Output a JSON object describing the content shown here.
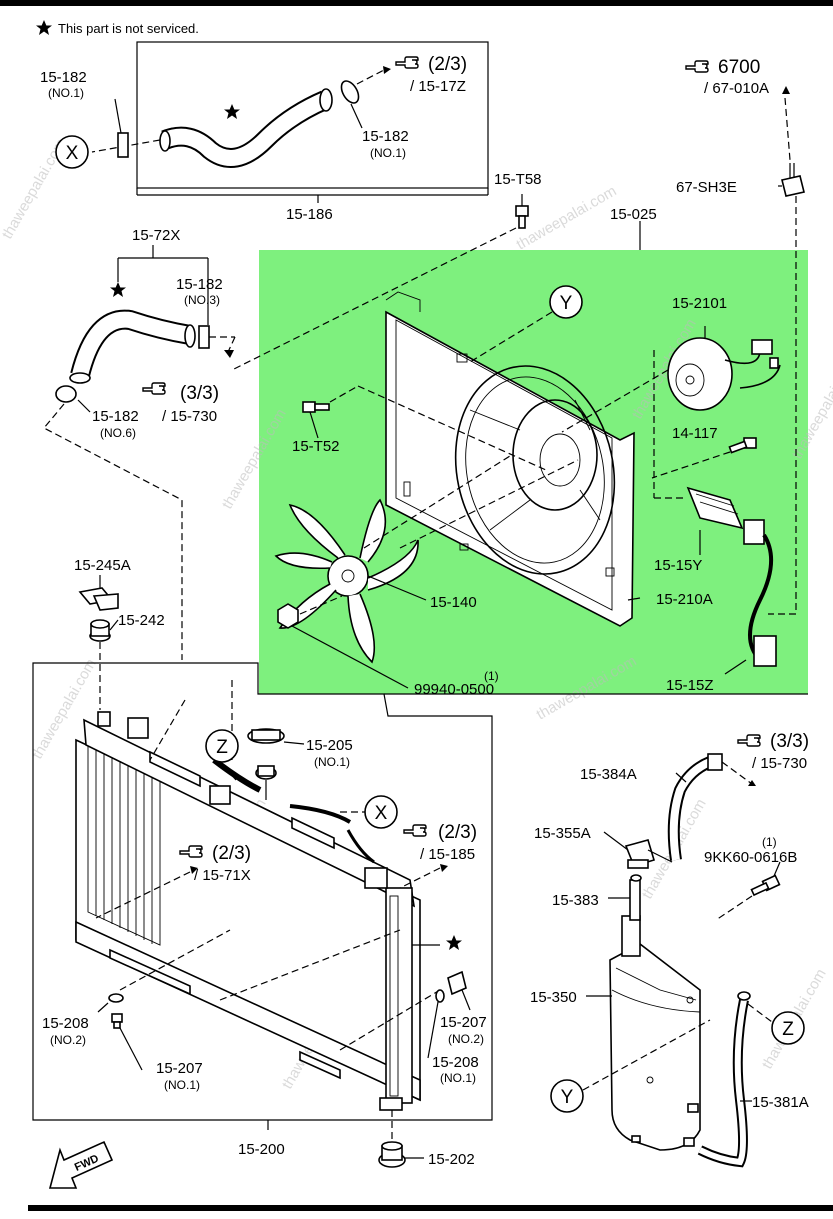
{
  "header": {
    "star_note": "This part is not serviced."
  },
  "highlight": {
    "color": "#7ef07e"
  },
  "callouts": {
    "X": "X",
    "Y": "Y",
    "Z": "Z"
  },
  "labels": {
    "p15_182_a": "15-182",
    "no1_a": "(NO.1)",
    "p15_182_b": "15-182",
    "no1_b": "(NO.1)",
    "ref_2_3_17z": "(2/3)",
    "ref_17z": "/ 15-17Z",
    "p15_186": "15-186",
    "ref_6700": "6700",
    "ref_67_010a": "/ 67-010A",
    "p67_sh3e": "67-SH3E",
    "p15_t58": "15-T58",
    "p15_025": "15-025",
    "p15_72x": "15-72X",
    "p15_182_c": "15-182",
    "no3": "(NO.3)",
    "ref_3_3_a": "(3/3)",
    "ref_730_a": "/ 15-730",
    "p15_182_d": "15-182",
    "no6": "(NO.6)",
    "p15_2101": "15-2101",
    "p15_t52": "15-T52",
    "p14_117": "14-117",
    "p15_15y": "15-15Y",
    "p15_245a": "15-245A",
    "p15_242": "15-242",
    "p15_140": "15-140",
    "p15_210a": "15-210A",
    "qty_1_a": "(1)",
    "p99940": "99940-0500",
    "p15_15z": "15-15Z",
    "p15_205": "15-205",
    "no1_c": "(NO.1)",
    "ref_3_3_b": "(3/3)",
    "ref_730_b": "/ 15-730",
    "p15_384a": "15-384A",
    "ref_2_3_185": "(2/3)",
    "ref_185": "/ 15-185",
    "ref_2_3_71x": "(2/3)",
    "ref_71x": "/ 15-71X",
    "p15_355a": "15-355A",
    "qty_1_b": "(1)",
    "p9kk60": "9KK60-0616B",
    "p15_383": "15-383",
    "p15_350": "15-350",
    "p15_208_a": "15-208",
    "no2_a": "(NO.2)",
    "p15_207_a": "15-207",
    "no2_b": "(NO.2)",
    "p15_207_b": "15-207",
    "no1_d": "(NO.1)",
    "p15_208_b": "15-208",
    "no1_e": "(NO.1)",
    "p15_381a": "15-381A",
    "p15_200": "15-200",
    "p15_202": "15-202",
    "fwd": "FWD"
  },
  "icons": {
    "star": "star-icon",
    "pointing_hand": "pointing-hand-icon"
  }
}
